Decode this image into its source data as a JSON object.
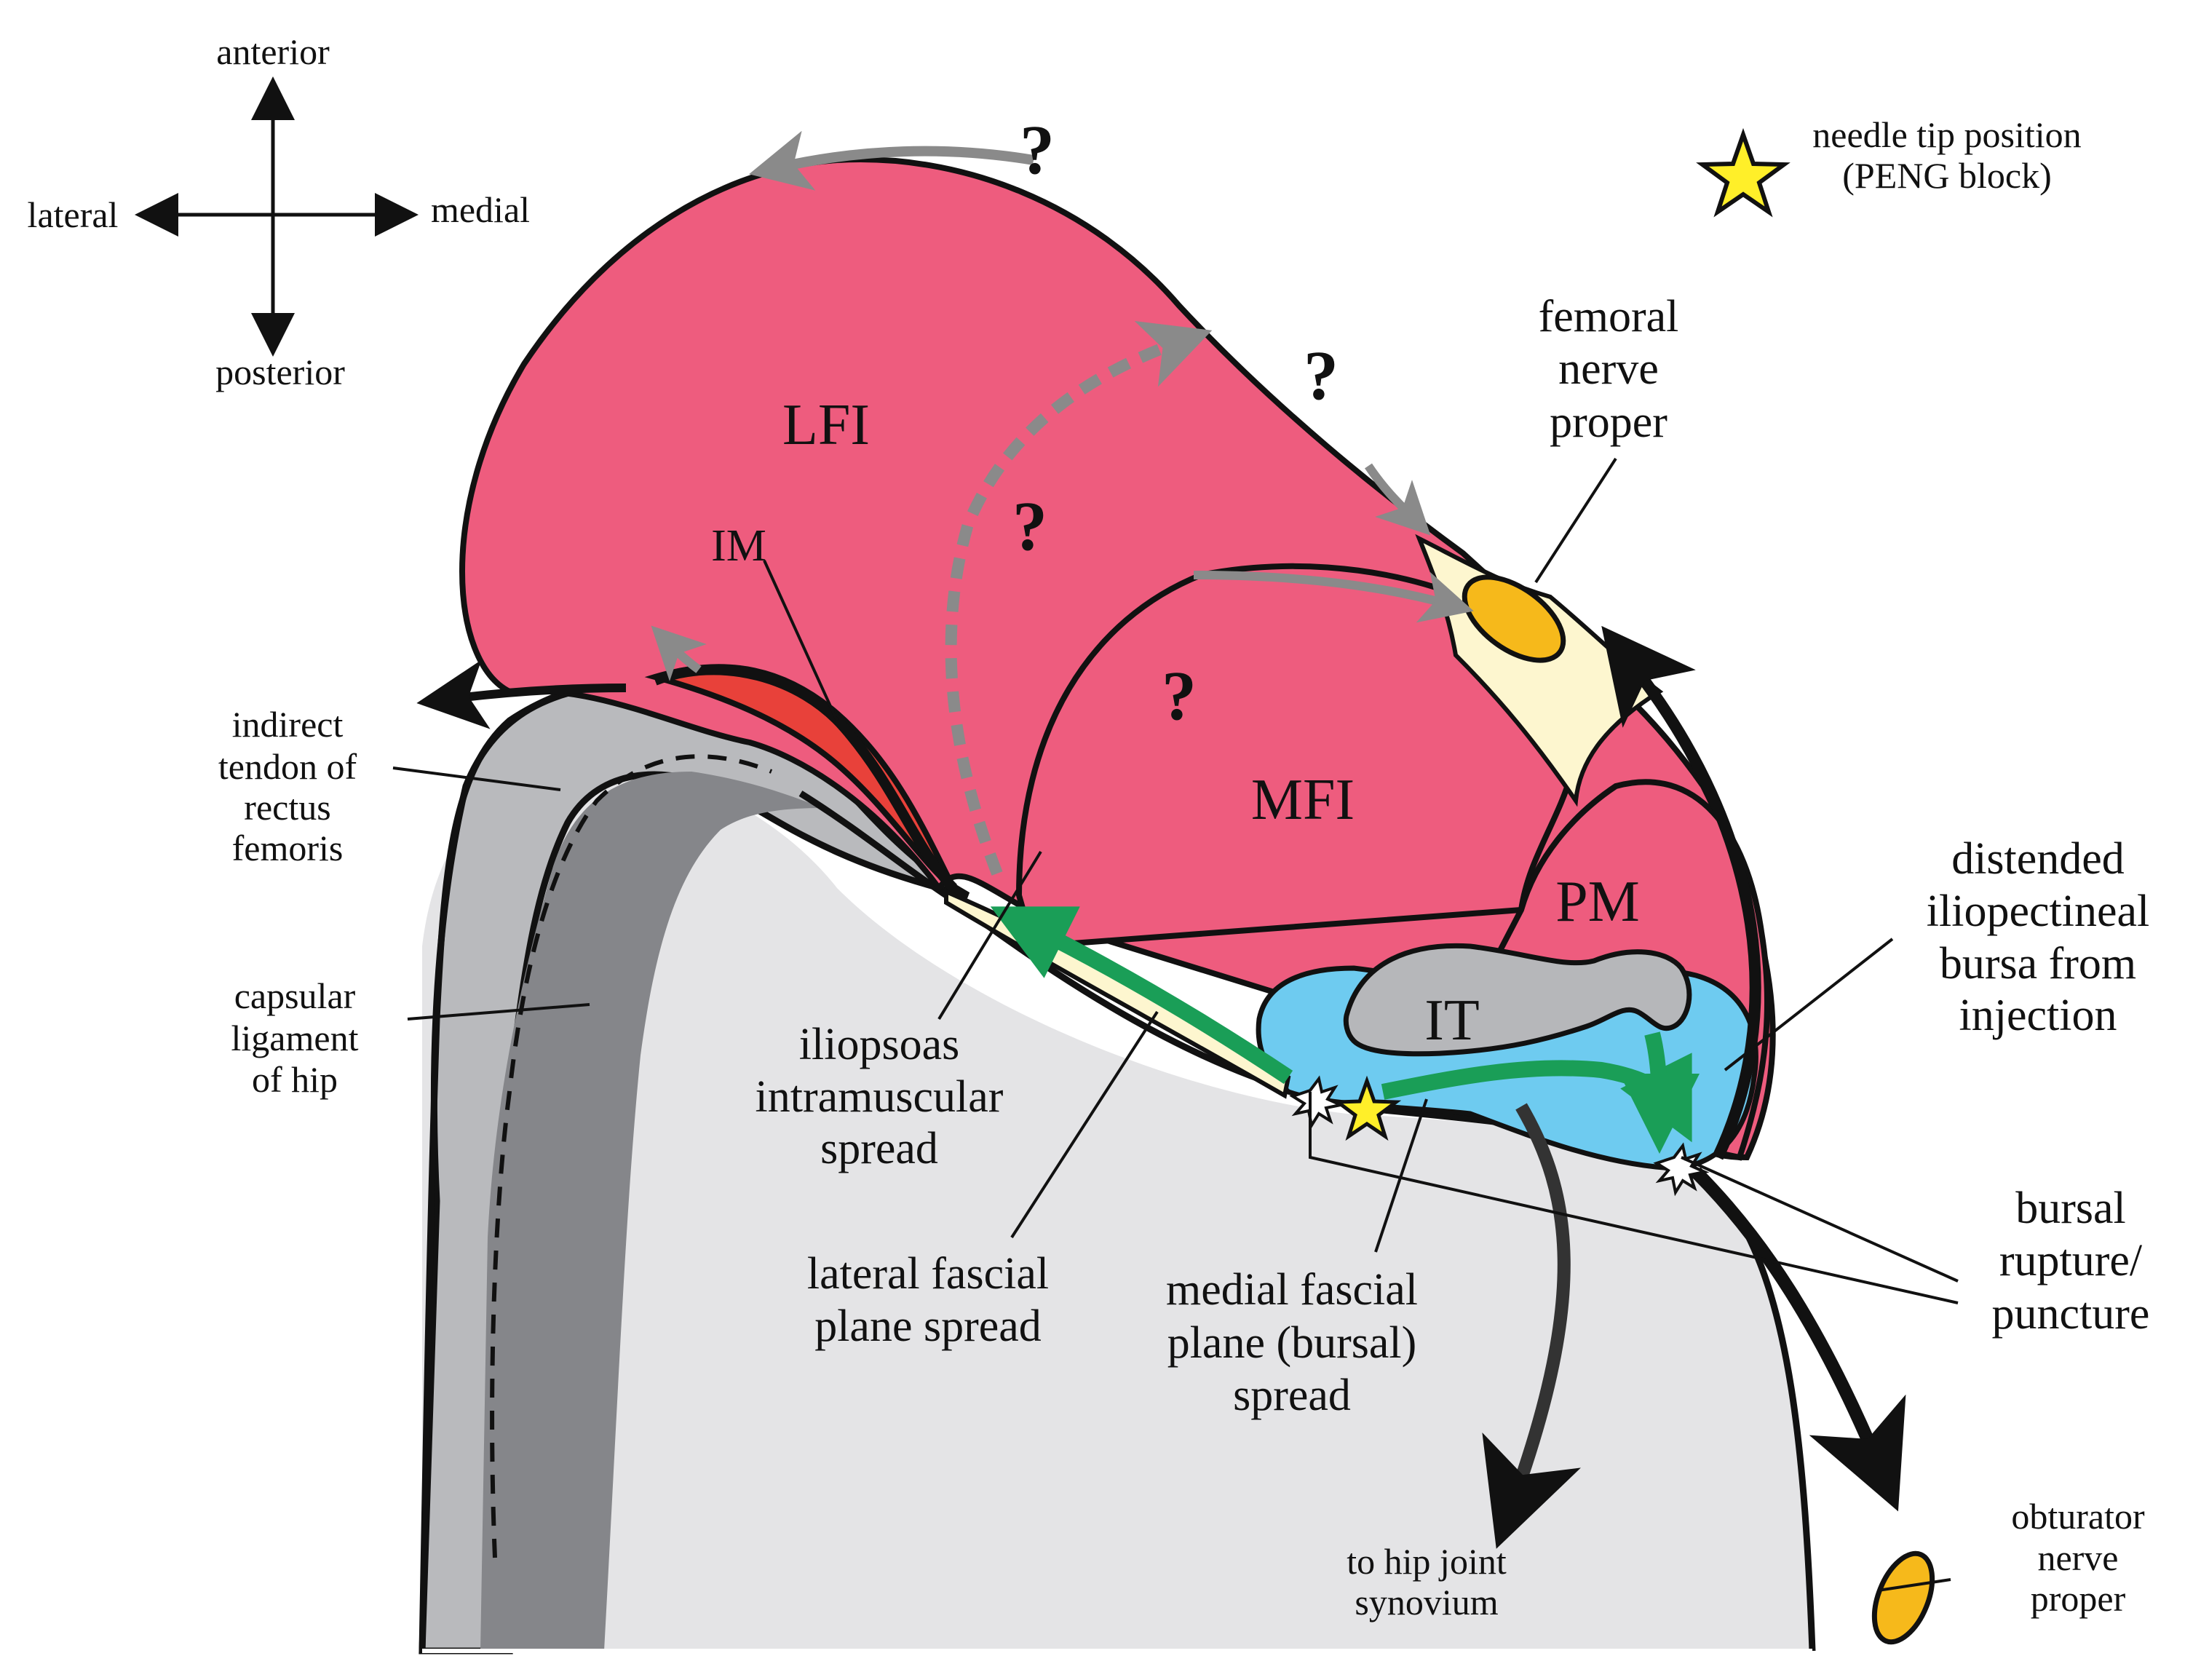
{
  "orientation": {
    "anterior": "anterior",
    "posterior": "posterior",
    "lateral": "lateral",
    "medial": "medial"
  },
  "legend": {
    "needle_line1": "needle tip position",
    "needle_line2": "(PENG block)",
    "icon": "yellow-star-icon"
  },
  "regions": {
    "lfi": "LFI",
    "mfi": "MFI",
    "pm": "PM",
    "it": "IT",
    "im": "IM"
  },
  "question_mark": "?",
  "labels": {
    "femoral_nerve": [
      "femoral",
      "nerve",
      "proper"
    ],
    "indirect_tendon": [
      "indirect",
      "tendon of",
      "rectus",
      "femoris"
    ],
    "capsular_ligament": [
      "capsular",
      "ligament",
      "of hip"
    ],
    "iliopsoas_spread": [
      "iliopsoas",
      "intramuscular",
      "spread"
    ],
    "lateral_fascial": [
      "lateral fascial",
      "plane spread"
    ],
    "medial_fascial": [
      "medial fascial",
      "plane (bursal)",
      "spread"
    ],
    "distended_bursa": [
      "distended",
      "iliopectineal",
      "bursa from",
      "injection"
    ],
    "bursal_rupture": [
      "bursal",
      "rupture/",
      "puncture"
    ],
    "hip_joint": [
      "to hip joint",
      "synovium"
    ],
    "obturator_nerve": [
      "obturator",
      "nerve",
      "proper"
    ]
  },
  "colors": {
    "muscle": "#ee5c7e",
    "bone": "#e4e4e6",
    "capsule_light": "#b9babd",
    "capsule_dark": "#85868a",
    "iliacus_minor": "#e8413a",
    "nerve": "#f6b91b",
    "bursa": "#6ecbf0",
    "fascia": "#fdf6cf",
    "tendon": "#b6b7ba",
    "green_spread": "#1a9e57",
    "gray_arrow": "#8a8a8a",
    "black": "#111111"
  }
}
